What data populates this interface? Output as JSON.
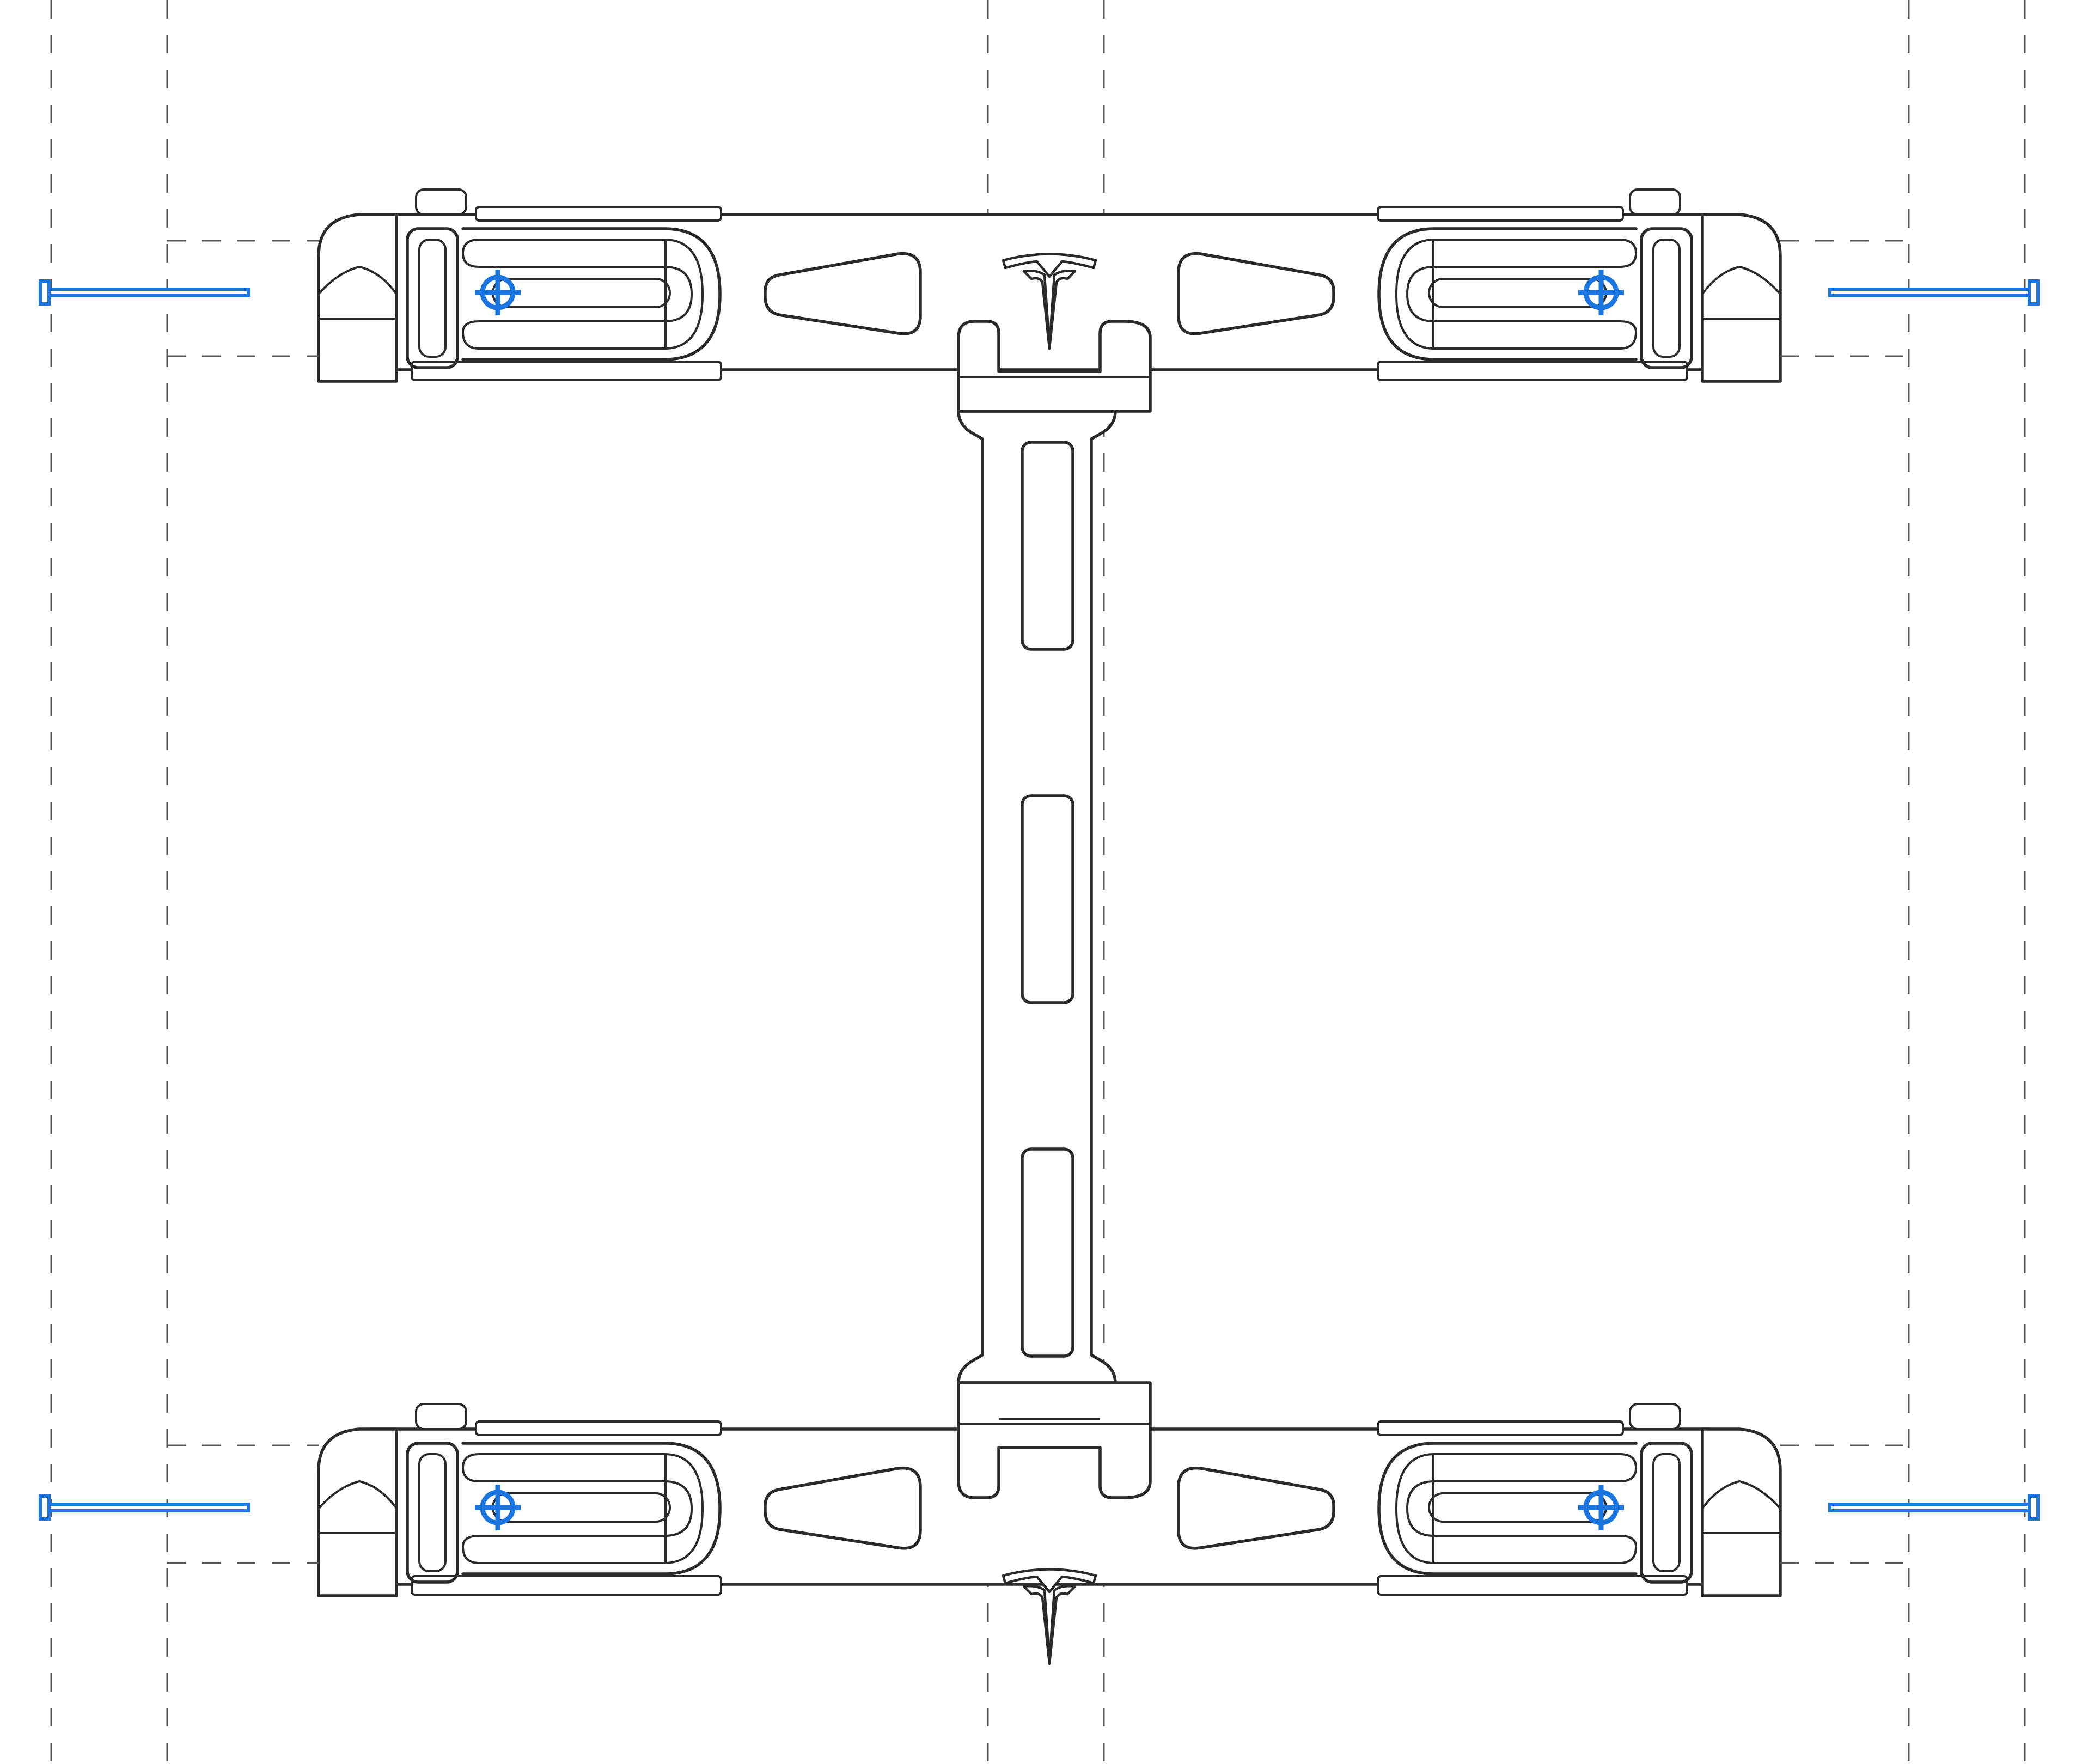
{
  "colors": {
    "line": "#2a2a2a",
    "accent": "#1a75e0",
    "guide": "#555555",
    "background": "#ffffff"
  },
  "diagram": {
    "subject": "wall-mount-bracket-assembly-exploded-view",
    "brackets": [
      "top",
      "bottom"
    ],
    "screws_per_bracket": 4,
    "logo_icon": "tesla-t-logo-icon"
  }
}
